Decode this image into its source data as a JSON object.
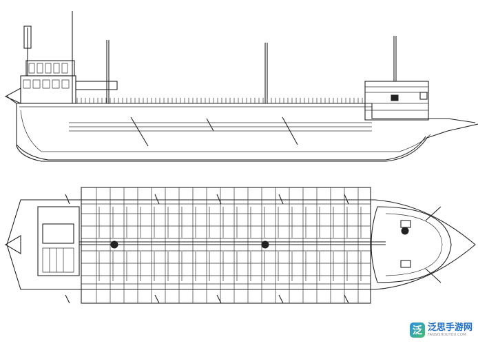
{
  "figure": {
    "views": [
      "side-elevation",
      "deck-plan"
    ],
    "ink_color": "#222222",
    "background": "#ffffff"
  },
  "watermark": {
    "logo_glyph": "泛",
    "title": "泛思手游网",
    "subtitle": "FANSISHOUYOU.COM"
  }
}
